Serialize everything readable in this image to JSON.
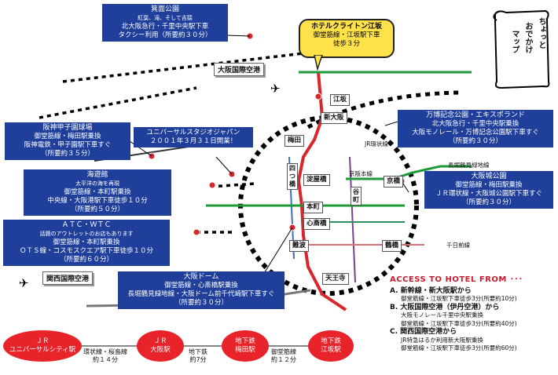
{
  "callouts": {
    "minoo": {
      "title": "箕面公園",
      "subtitle": "紅葉、滝、そして吉猿",
      "line1": "北大阪急行・千里中央駅下車",
      "line2": "タクシー利用（所要約３０分）"
    },
    "koshien": {
      "title": "阪神甲子園球場",
      "line1": "御堂筋線・梅田駅乗換",
      "line2": "阪神電鉄・甲子園駅下車すぐ",
      "line3": "（所要約３５分）"
    },
    "usj": {
      "title": "ユニバーサルスタジオジャパン",
      "line1": "２００１年３月３１日開業！"
    },
    "kaiyukan": {
      "title": "海遊館",
      "subtitle": "太平洋の海を再現",
      "line1": "御堂筋線・本町駅乗換",
      "line2": "中央線・大阪港駅下車徒歩１０分",
      "line3": "（所要約５０分）"
    },
    "atc": {
      "title": "ＡＴＣ・ＷＴＣ",
      "subtitle": "話題のアウトレットのお店もあります",
      "line1": "御堂筋線・本町駅乗換",
      "line2": "ＯＴＳ線・コスモスクエア駅下車徒歩１０分",
      "line3": "（所要約６０分）"
    },
    "expo": {
      "title": "万博記念公園・エキスポランド",
      "line1": "北大阪急行・千里中央駅乗換",
      "line2": "大阪モノレール・万博記念公園駅下車すぐ",
      "line3": "（所要約３０分）"
    },
    "castle": {
      "title": "大阪城公園",
      "line1": "御堂筋線・梅田駅乗換",
      "line2": "ＪＲ環状線・大阪城公園駅下車すぐ",
      "line3": "（所要約３０分）"
    },
    "dome": {
      "title": "大阪ドーム",
      "line1": "御堂筋線・心斎橋駅乗換",
      "line2": "長堀鶴見緑地線・大阪ドーム前千代崎駅下車すぐ",
      "line3": "（所要約３０分）"
    }
  },
  "hotel": {
    "name": "ホテルクライトン江坂",
    "line1": "御堂筋線・江坂駅下車",
    "line2": "徒歩３分"
  },
  "airports": {
    "itami": "大阪国際空港",
    "kansai": "関西国際空港"
  },
  "plane_icon": "✈",
  "stations": {
    "esaka": "江坂",
    "shin_osaka": "新大阪",
    "umeda": "梅田",
    "yodoyabashi": "淀屋橋",
    "kyobashi": "京橋",
    "honmachi": "本町",
    "shinsaibashi": "心斎橋",
    "namba": "難波",
    "tsuruhashi": "鶴橋",
    "tennoji": "天王寺",
    "yotsubashi": "四つ橋",
    "tanimachi": "谷町"
  },
  "line_labels": {
    "jr_loop": "JR環状線",
    "keihan": "京阪本線",
    "nagahori": "長堀鶴見緑地線",
    "sennichimae": "千日前線"
  },
  "mapbook": {
    "col1": "ちょっと",
    "col2": "おでかけ",
    "col3": "マップ"
  },
  "route": {
    "stops": [
      {
        "line1": "ＪＲ",
        "line2": "ユニバーサルシティ駅"
      },
      {
        "line1": "ＪＲ",
        "line2": "大阪駅"
      },
      {
        "line1": "地下鉄",
        "line2": "梅田駅"
      },
      {
        "line1": "地下鉄",
        "line2": "江坂駅"
      }
    ],
    "legs": [
      {
        "line1": "環状線・桜島線",
        "line2": "約１４分"
      },
      {
        "line1": "地下鉄",
        "line2": "約7分"
      },
      {
        "line1": "御堂筋線",
        "line2": "約１２分"
      }
    ]
  },
  "access": {
    "heading": "ACCESS TO HOTEL FROM ･･･",
    "items": [
      {
        "mark": "A.",
        "name": "新幹線・新大阪駅から",
        "detail1": "御堂筋線・江坂駅下車徒歩3分(所要約10分)",
        "detail2": ""
      },
      {
        "mark": "B.",
        "name": "大阪国際空港（伊丹空港）から",
        "detail1": "大阪モノレール千里中央駅乗換",
        "detail2": "御堂筋線・江坂駅下車徒歩3分(所要約40分)"
      },
      {
        "mark": "C.",
        "name": "関西国際空港から",
        "detail1": "JR特急はるか利用新大阪駅乗換",
        "detail2": "御堂筋線・江坂駅下車徒歩3分(所要約60分)"
      }
    ]
  },
  "colors": {
    "callout_bg": "#1f3f9a",
    "accent_red": "#e8232a",
    "hotel_yellow": "#ffe24a",
    "midosuji_red": "#d9262d",
    "jr_loop": "#666666",
    "keihan": "#1e9a3a",
    "chuo": "#1e9a3a"
  }
}
